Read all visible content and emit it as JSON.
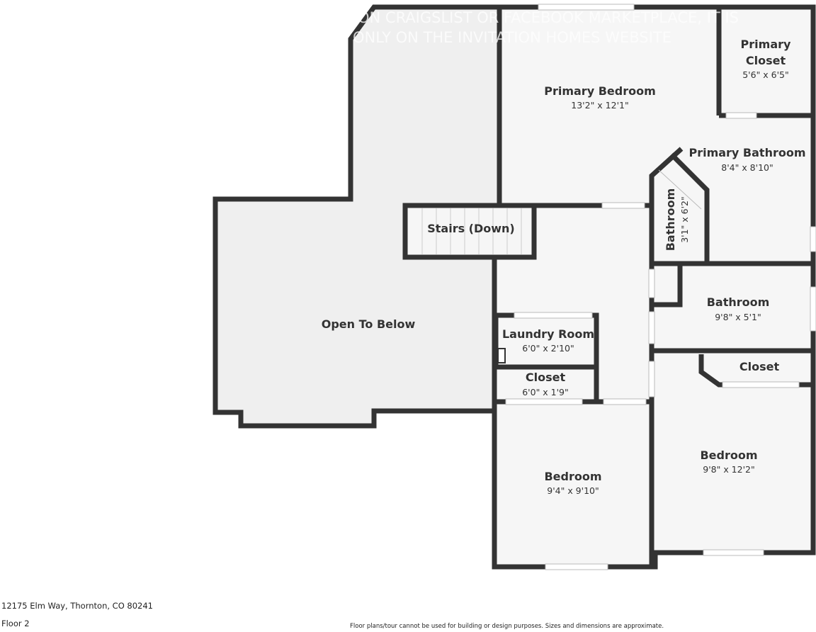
{
  "watermark": [
    "ON CRAIGSLIST OR FACEBOOK MARKETPLACE, IT IS",
    "ONLY ON THE INVITATION HOMES WEBSITE"
  ],
  "rooms": [
    {
      "name": "Primary Bedroom",
      "dims": "13'2\" x 12'1\""
    },
    {
      "name": "Primary",
      "name2": "Closet",
      "dims": "5'6\" x 6'5\""
    },
    {
      "name": "Primary Bathroom",
      "dims": "8'4\" x 8'10\""
    },
    {
      "name": "Bathroom",
      "dims": "3'1\" x 6'2\""
    },
    {
      "name": "Stairs (Down)"
    },
    {
      "name": "Open To Below"
    },
    {
      "name": "Bathroom",
      "dims": "9'8\" x 5'1\""
    },
    {
      "name": "Laundry Room",
      "dims": "6'0\" x 2'10\""
    },
    {
      "name": "Closet",
      "dims": "6'0\" x 1'9\""
    },
    {
      "name": "Closet"
    },
    {
      "name": "Bedroom",
      "dims": "9'8\" x 12'2\""
    },
    {
      "name": "Bedroom",
      "dims": "9'4\" x 9'10\""
    }
  ],
  "footer": {
    "address": "12175 Elm Way, Thornton, CO 80241",
    "floor": "Floor 2",
    "disclaimer": "Floor plans/tour cannot be used for building or design purposes. Sizes and dimensions are approximate."
  },
  "colors": {
    "wall": "#333333",
    "floor": "#f6f6f6",
    "open_area": "#efefef"
  }
}
